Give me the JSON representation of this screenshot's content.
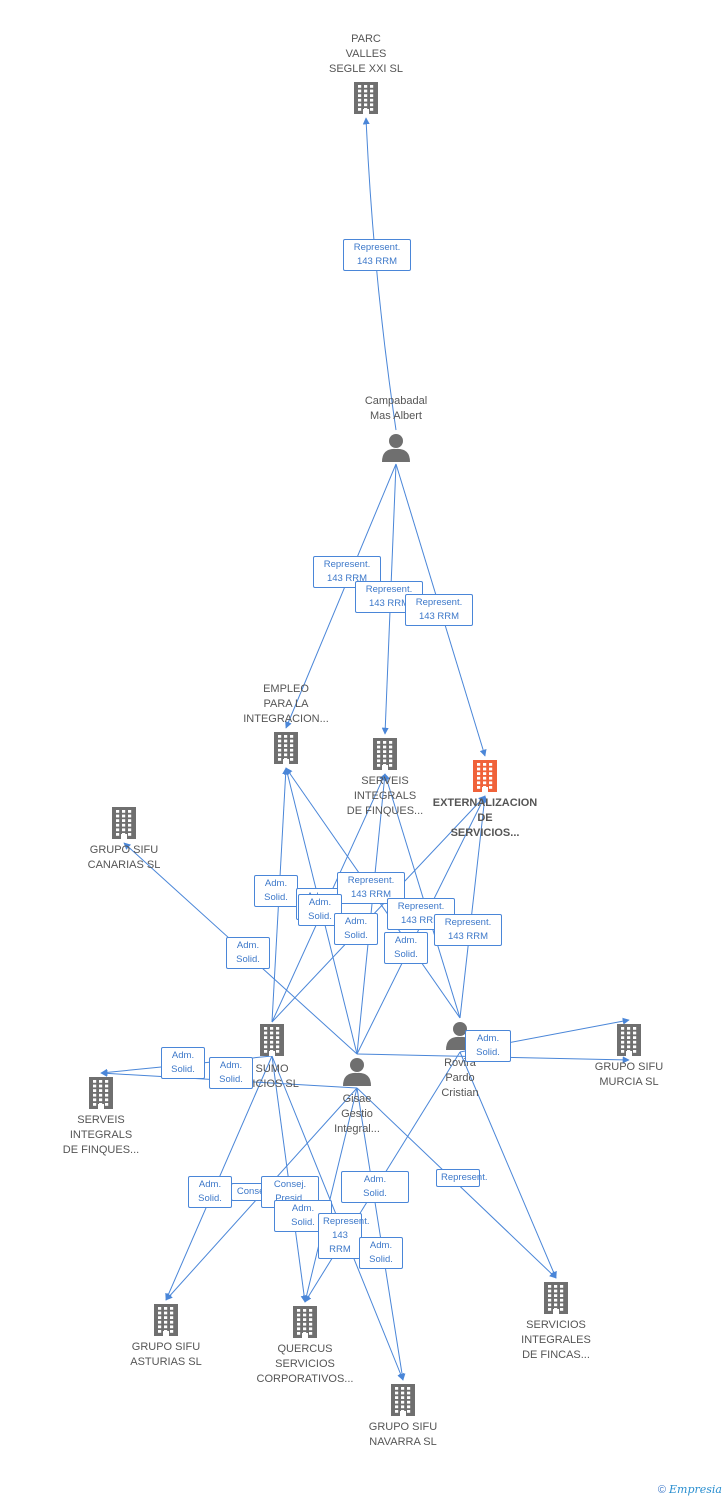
{
  "colors": {
    "edge": "#4a86d8",
    "icon": "#6f6f6f",
    "focus": "#f0623a"
  },
  "nodes": [
    {
      "id": "parc",
      "type": "company",
      "label": "PARC\nVALLES\nSEGLE XXI SL"
    },
    {
      "id": "campabadal",
      "type": "person",
      "label": "Campabadal\nMas Albert"
    },
    {
      "id": "empleo",
      "type": "company",
      "label": "EMPLEO\nPARA LA\nINTEGRACION..."
    },
    {
      "id": "serveis1",
      "type": "company",
      "label": "SERVEIS\nINTEGRALS\nDE FINQUES..."
    },
    {
      "id": "extern",
      "type": "company",
      "focus": true,
      "label": "EXTERNALIZACION\nDE\nSERVICIOS..."
    },
    {
      "id": "canarias",
      "type": "company",
      "label": "GRUPO SIFU\nCANARIAS SL"
    },
    {
      "id": "consumo",
      "type": "company",
      "label": "SUMO\nVICIOS SL"
    },
    {
      "id": "gisae",
      "type": "person",
      "label": "Gisae\nGestio\nIntegral..."
    },
    {
      "id": "rovira",
      "type": "person",
      "label": "Rovira\nPardo\nCristian"
    },
    {
      "id": "murcia",
      "type": "company",
      "label": "GRUPO SIFU\nMURCIA SL"
    },
    {
      "id": "serveis2",
      "type": "company",
      "label": "SERVEIS\nINTEGRALS\nDE FINQUES..."
    },
    {
      "id": "asturias",
      "type": "company",
      "label": "GRUPO SIFU\nASTURIAS SL"
    },
    {
      "id": "quercus",
      "type": "company",
      "label": "QUERCUS\nSERVICIOS\nCORPORATIVOS..."
    },
    {
      "id": "servicios",
      "type": "company",
      "label": "SERVICIOS\nINTEGRALES\nDE FINCAS..."
    },
    {
      "id": "navarra",
      "type": "company",
      "label": "GRUPO SIFU\nNAVARRA SL"
    }
  ],
  "edge_labels": [
    "Represent.\n143 RRM",
    "Represent.\n143 RRM",
    "Represent.\n143 RRM",
    "Represent.\n143 RRM",
    "Adm.\nSolid.",
    "Adm.\nSolid.",
    "Represent.\n143 RRM",
    "Represent.\n143 RRM",
    "Represent.\n143 RRM",
    "Adm.\nSolid.",
    "Adm.\nSolid.",
    "Adm.\nSolid.",
    "Adm.\nSolid.",
    "Adm.\nSolid.",
    "Adm.\nSolid.",
    "Adm.\nSolid.",
    "Adm.\nSolid.",
    "Consej.",
    "Consej.\nPresid.",
    "Adm.\nSolid.",
    "Represent.\n143 RRM",
    "Adm.\nSolid.",
    "Adm.\nSolid.",
    "Represent."
  ],
  "footer": {
    "copyright": "©",
    "brand": "Empresia"
  }
}
